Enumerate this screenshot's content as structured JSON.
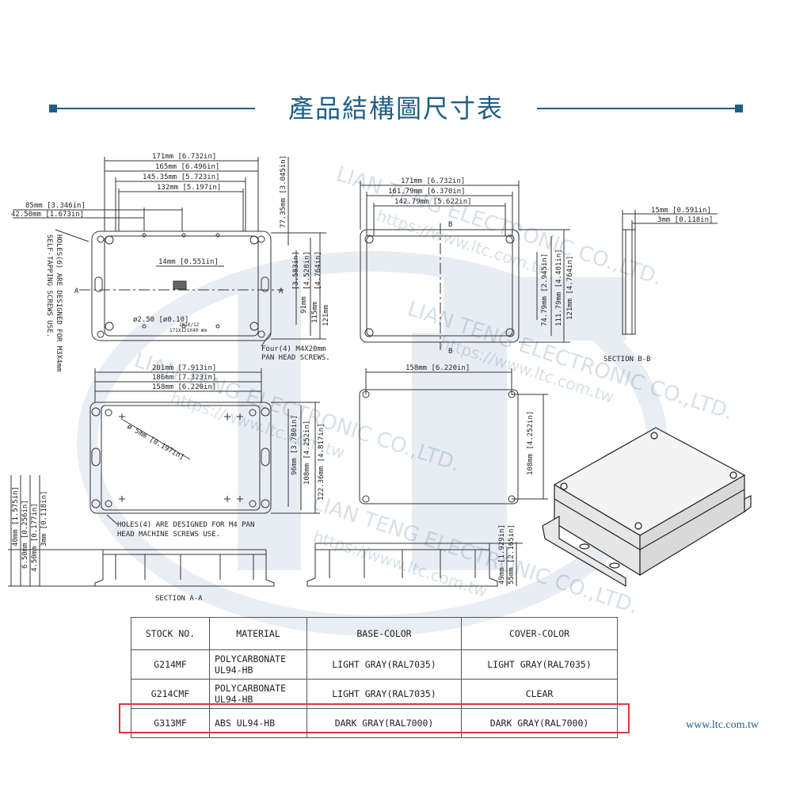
{
  "page": {
    "title": "產品結構圖尺寸表",
    "accent": "#1e5f86",
    "highlight": "#d83a3a"
  },
  "watermark": {
    "company": "LIAN TENG ELECTRONIC CO.,LTD.",
    "url": "https://www.ltc.com.tw"
  },
  "top_view": {
    "dims": [
      "171mm [6.732in]",
      "165mm [6.496in]",
      "145.35mm [5.723in]",
      "132mm [5.197in]"
    ],
    "left_dims": [
      "85mm [3.346in]",
      "42.50mm [1.673in]"
    ],
    "height_dim": "77.35mm [3.045in]",
    "inner_dim": "14mm [0.551in]",
    "hole_dim": "ø2.50 [ø0.10]",
    "stamp": [
      "2010/12",
      "171X121X40 mm"
    ],
    "right_dims": [
      "91mm",
      "[3.583in]",
      "115mm",
      "[4.528in]",
      "121mm",
      "[4.764in]"
    ],
    "section_mark": "A",
    "note_left": [
      "HOLES(6) ARE DESIGNED FOR M3X4mm",
      "SELF-TAPPING SCREWS USE."
    ],
    "note_bottom": [
      "Four(4) M4X20mm",
      "PAN HEAD SCREWS."
    ]
  },
  "cover_view": {
    "dims": [
      "171mm [6.732in]",
      "161.79mm [6.370in]",
      "142.79mm [5.622in]"
    ],
    "right_dims": [
      "74.79mm [2.945in]",
      "111.79mm [4.401in]",
      "121mm [4.764in]"
    ],
    "section_mark": "B"
  },
  "section_b": {
    "dims": [
      "15mm [0.591in]",
      "3mm [0.118in]"
    ],
    "label": "SECTION B-B"
  },
  "base_view": {
    "dims": [
      "201mm [7.913in]",
      "186mm [7.323in]",
      "158mm [6.220in]"
    ],
    "hole_dim": "ø 5mm [0.197in]",
    "right_dims": [
      "96mm [3.780in]",
      "108mm [4.252in]",
      "122.36mm [4.817in]"
    ],
    "note": [
      "HOLES(4) ARE DESIGNED FOR M4 PAN",
      "HEAD MACHINE SCREWS USE."
    ]
  },
  "section_a": {
    "left_dims": [
      "40mm [1.575in]",
      "6.50mm [0.256in]",
      "4.50mm [0.177in]",
      "3mm [0.118in]"
    ],
    "label": "SECTION A-A"
  },
  "base_bottom": {
    "dims": [
      "158mm [6.220in]"
    ],
    "right_dims": [
      "108mm [4.252in]"
    ]
  },
  "side_view": {
    "right_dims": [
      "49mm [1.929in]",
      "55mm [2.165in]"
    ]
  },
  "table": {
    "headers": [
      "STOCK NO.",
      "MATERIAL",
      "BASE-COLOR",
      "COVER-COLOR"
    ],
    "rows": [
      [
        "G214MF",
        "POLYCARBONATE\nUL94-HB",
        "LIGHT GRAY(RAL7035)",
        "LIGHT GRAY(RAL7035)"
      ],
      [
        "G214CMF",
        "POLYCARBONATE\nUL94-HB",
        "LIGHT GRAY(RAL7035)",
        "CLEAR"
      ],
      [
        "G313MF",
        "ABS UL94-HB",
        "DARK GRAY(RAL7000)",
        "DARK GRAY(RAL7000)"
      ]
    ]
  },
  "footer_url": "www.ltc.com.tw"
}
